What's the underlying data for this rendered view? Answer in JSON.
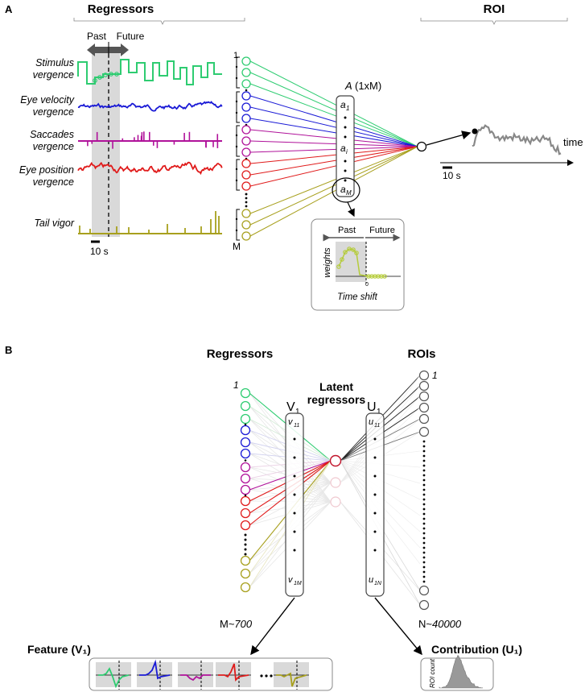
{
  "panel_a": {
    "panel_label": "A",
    "regressors_header": "Regressors",
    "roi_header": "ROI",
    "past_label": "Past",
    "future_label": "Future",
    "traces": [
      {
        "label_line1": "Stimulus",
        "label_line2": "vergence",
        "color": "#2ecc71"
      },
      {
        "label_line1": "Eye velocity",
        "label_line2": "vergence",
        "color": "#1a1ad6"
      },
      {
        "label_line1": "Saccades",
        "label_line2": "vergence",
        "color": "#b0129a"
      },
      {
        "label_line1": "Eye position",
        "label_line2": "vergence",
        "color": "#e01b1b"
      },
      {
        "label_line1": "Tail vigor",
        "label_line2": "",
        "color": "#a8a01e"
      }
    ],
    "scalebar_label": "10 s",
    "node_first": "1",
    "node_last": "M",
    "weights_title": "A",
    "weights_size": "(1xM)",
    "weight_first": "a",
    "weight_first_sub": "1",
    "weight_mid": "a",
    "weight_mid_sub": "i",
    "weight_last": "a",
    "weight_last_sub": "M",
    "inset": {
      "past": "Past",
      "future": "Future",
      "ylabel": "weights",
      "xlabel": "Time shift",
      "zero": "0"
    },
    "roi_time_label": "time",
    "roi_scalebar_label": "10 s"
  },
  "panel_b": {
    "panel_label": "B",
    "regressors_header": "Regressors",
    "rois_header": "ROIs",
    "latent_line1": "Latent",
    "latent_line2": "regressors",
    "v_label": "V",
    "v_sub": "1",
    "u_label": "U",
    "u_sub": "1",
    "v_first": "v",
    "v_first_sub": "11",
    "v_last": "v",
    "v_last_sub": "1M",
    "u_first": "u",
    "u_first_sub": "11",
    "u_last": "u",
    "u_last_sub": "1N",
    "reg_first": "1",
    "roi_first": "1",
    "reg_count": "M~",
    "reg_count_value": "700",
    "roi_count": "N~",
    "roi_count_value": "40000",
    "feature_title": "Feature (V₁)",
    "contribution_title": "Contribution (U₁)",
    "hist_ylabel": "ROI count",
    "feature_colors": [
      "#2ecc71",
      "#1a1ad6",
      "#b0129a",
      "#e01b1b",
      "#a8a01e"
    ]
  }
}
